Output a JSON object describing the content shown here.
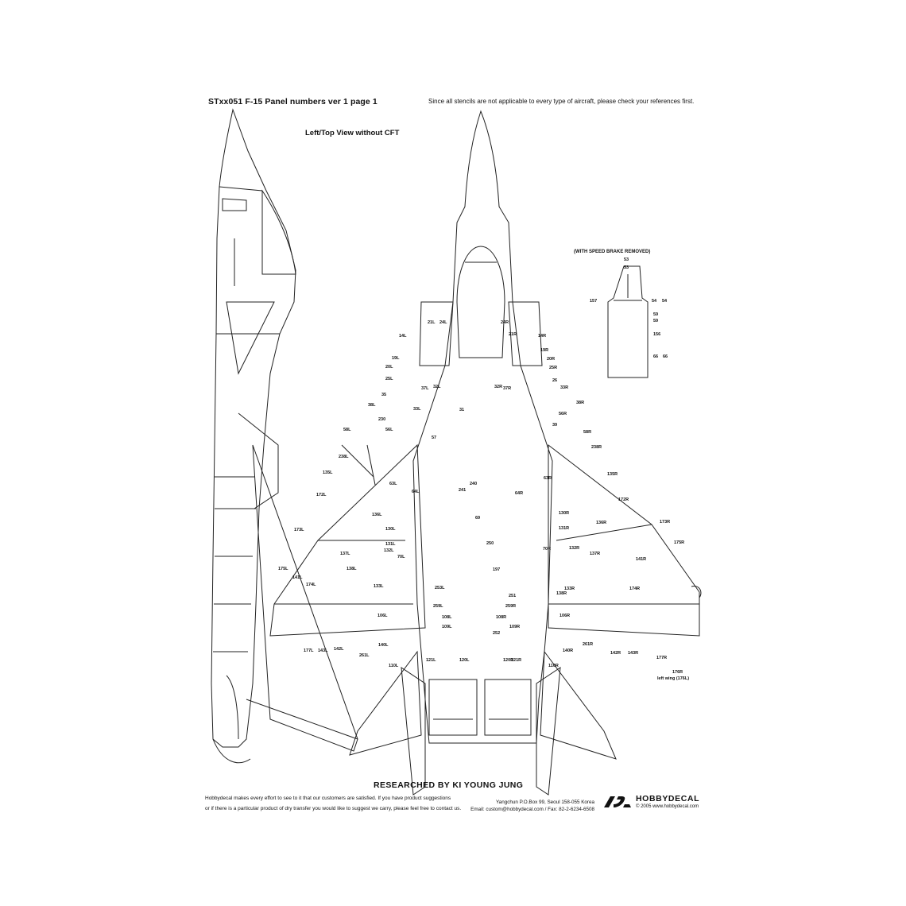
{
  "header": {
    "title": "STxx051 F-15 Panel numbers ver 1 page 1",
    "note": "Since all stencils are not applicable to every type of aircraft, please check your references first."
  },
  "views": {
    "top_view_title": "Left/Top View without CFT",
    "speed_brake_title": "(WITH SPEED BRAKE REMOVED)"
  },
  "callouts": {
    "speed_brake": [
      "53",
      "53",
      "54",
      "54",
      "59",
      "59",
      "157",
      "156",
      "66",
      "66"
    ],
    "top": [
      "14L",
      "14R",
      "19L",
      "19R",
      "20L",
      "20R",
      "21L",
      "21R",
      "24L",
      "24R",
      "25L",
      "25R",
      "26",
      "31",
      "32L",
      "32R",
      "33L",
      "33R",
      "35",
      "37L",
      "37R",
      "38L",
      "38R",
      "39",
      "56L",
      "56R",
      "57",
      "58L",
      "58R",
      "63L",
      "63R",
      "64L",
      "64R",
      "69",
      "70L",
      "70R",
      "130L",
      "130R",
      "131L",
      "131R",
      "132L",
      "132R",
      "133L",
      "133R",
      "135L",
      "135R",
      "136L",
      "136R",
      "137L",
      "137R",
      "138L",
      "138R",
      "140L",
      "140R",
      "141L",
      "141R",
      "142L",
      "142R",
      "143L",
      "143R",
      "172L",
      "172R",
      "173L",
      "173R",
      "174L",
      "174R",
      "175L",
      "175R",
      "176R",
      "177L",
      "177R",
      "197",
      "230",
      "238L",
      "238R",
      "240",
      "241",
      "250",
      "251",
      "252",
      "253L",
      "259L",
      "259R",
      "261L",
      "261R",
      "106L",
      "106R",
      "108L",
      "108R",
      "109L",
      "109R",
      "110L",
      "110R",
      "120L",
      "120R",
      "121L",
      "121R"
    ],
    "left_wing_note": "left wing (176L)"
  },
  "credit": "RESEARCHED BY KI YOUNG JUNG",
  "footer": {
    "left_line1": "Hobbydecal makes every effort to see to it that our customers are satisfied. If you have product suggestions",
    "left_line2": "or if there is a particular product of dry transfer you would like to suggest we carry,  please feel free to contact us.",
    "address": "Yangchun P.O.Box 99, Seoul 158-055 Korea",
    "email": "Email: custom@hobbydecal.com / Fax: 82-2-6234-6508",
    "brand": "HOBBYDECAL",
    "copyright": "© 2005 www.hobbydecal.com"
  }
}
